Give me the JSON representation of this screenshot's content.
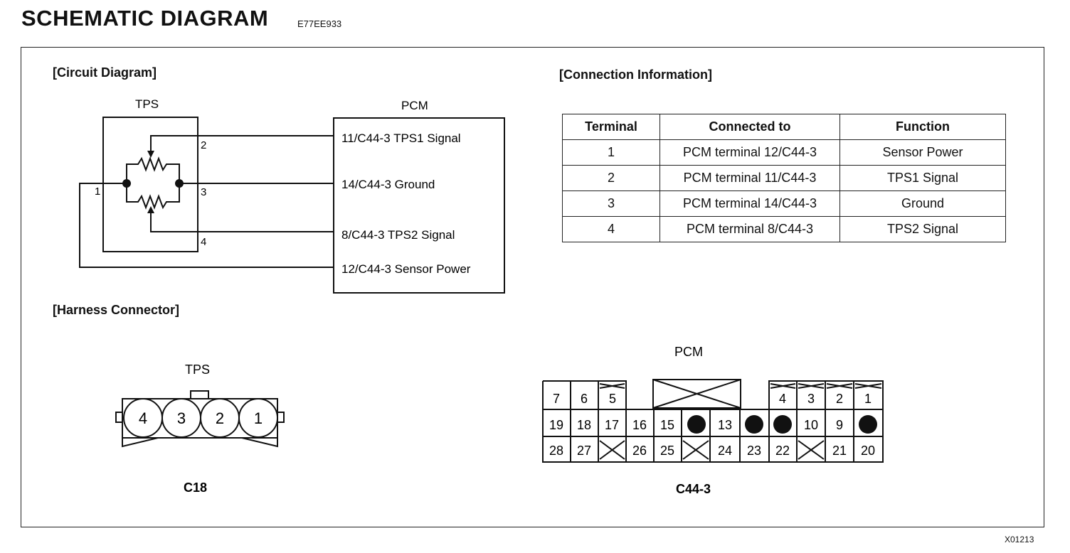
{
  "page": {
    "title": "SCHEMATIC  DIAGRAM",
    "doc_code": "E77EE933",
    "ref_code": "X01213"
  },
  "circuit": {
    "heading": "[Circuit Diagram]",
    "tps_label": "TPS",
    "pcm_label": "PCM",
    "pins": [
      "1",
      "2",
      "3",
      "4"
    ],
    "pcm_lines": [
      "11/C44-3 TPS1 Signal",
      "14/C44-3 Ground",
      "8/C44-3 TPS2 Signal",
      "12/C44-3 Sensor Power"
    ]
  },
  "connection": {
    "heading": "[Connection Information]",
    "columns": [
      "Terminal",
      "Connected to",
      "Function"
    ],
    "rows": [
      [
        "1",
        "PCM terminal 12/C44-3",
        "Sensor Power"
      ],
      [
        "2",
        "PCM terminal 11/C44-3",
        "TPS1 Signal"
      ],
      [
        "3",
        "PCM terminal 14/C44-3",
        "Ground"
      ],
      [
        "4",
        "PCM terminal 8/C44-3",
        "TPS2 Signal"
      ]
    ]
  },
  "harness": {
    "heading": "[Harness Connector]",
    "tps_title": "TPS",
    "tps_pins": [
      "4",
      "3",
      "2",
      "1"
    ],
    "tps_connector": "C18",
    "pcm_title": "PCM",
    "pcm_connector": "C44-3",
    "pcm_row1": [
      "7",
      "6",
      "5",
      "4",
      "3",
      "2",
      "1"
    ],
    "pcm_row2": [
      "19",
      "18",
      "17",
      "16",
      "15",
      "13",
      "10",
      "9"
    ],
    "pcm_row3": [
      "28",
      "27",
      "26",
      "25",
      "24",
      "23",
      "22",
      "21",
      "20"
    ]
  }
}
